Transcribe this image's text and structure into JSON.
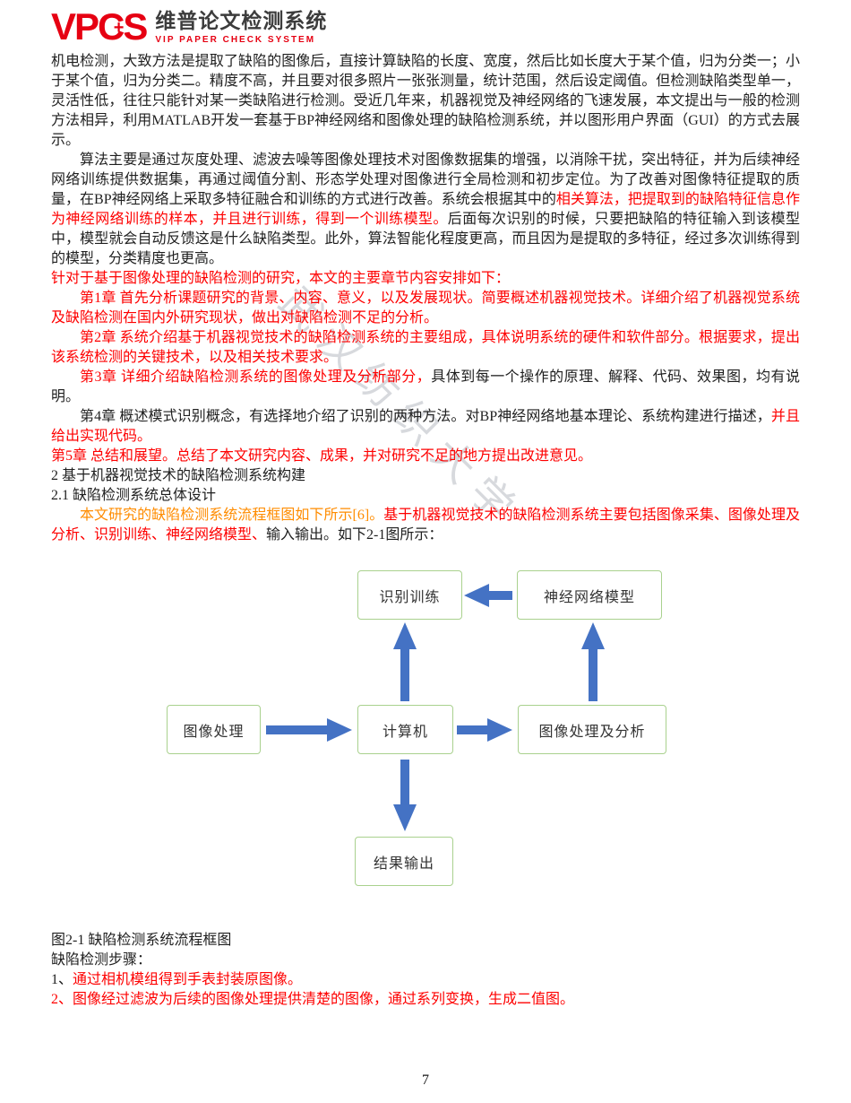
{
  "header": {
    "logo": {
      "vp": "VP",
      "c": "C",
      "s": "S",
      "cross": "+"
    },
    "brand_name": "维普论文检测系统",
    "brand_subtitle": "VIP PAPER CHECK SYSTEM"
  },
  "colors": {
    "plagiarism_red": "#fe0000",
    "citation_orange": "#ff8c00",
    "text_black": "#1f1f1f",
    "brand_red": "#e60012",
    "diagram_border_green": "#a9d18e",
    "arrow_blue": "#4472c4"
  },
  "watermark": "武汉纺织大学",
  "document": {
    "paragraphs": [
      {
        "indent": false,
        "segments": [
          {
            "color": "black",
            "text": "机电检测，大致方法是提取了缺陷的图像后，直接计算缺陷的长度、宽度，然后比如长度大于某个值，归为分类一；小于某个值，归为分类二。精度不高，并且要对很多照片一张张测量，统计范围，然后设定阈值。但检测缺陷类型单一，灵活性低，往往只能针对某一类缺陷进行检测。受近几年来，机器视觉及神经网络的飞速发展，本文提出与一般的检测方法相异，利用MATLAB开发一套基于BP神经网络和图像处理的缺陷检测系统，并以图形用户界面（GUI）的方式去展示。"
          }
        ]
      },
      {
        "indent": true,
        "segments": [
          {
            "color": "black",
            "text": "算法主要是通过灰度处理、滤波去噪等图像处理技术对图像数据集的增强，以消除干扰，突出特征，并为后续神经网络训练提供数据集，再通过阈值分割、形态学处理对图像进行全局检测和初步定位。为了改善对图像特征提取的质量，在BP神经网络上采取多特征融合和训练的方式进行改善。系统会根据其中的"
          },
          {
            "color": "red",
            "text": "相关算法，把提取到的缺陷特征信息作为神经网络训练的样本，并且进行训练，得到一个训练模型。"
          },
          {
            "color": "black",
            "text": "后面每次识别的时候，只要把缺陷的特征输入到该模型中，模型就会自动反馈这是什么缺陷类型。此外，算法智能化程度更高，而且因为是提取的多特征，经过多次训练得到的模型，分类精度也更高。"
          }
        ]
      },
      {
        "indent": false,
        "segments": [
          {
            "color": "red",
            "text": "针对于基于图像处理的缺陷检测的研究，本文的主要章节内容安排如下："
          }
        ]
      },
      {
        "indent": true,
        "segments": [
          {
            "color": "red",
            "text": "第1章 首先分析课题研究的背景、内容、意义，以及发展现状。简要概述机器视觉技术。详细介绍了机器视觉系统及缺陷检测在国内外研究现状，做出对缺陷检测不足的分析。"
          }
        ]
      },
      {
        "indent": true,
        "segments": [
          {
            "color": "red",
            "text": "第2章 系统介绍基于机器视觉技术的缺陷检测系统的主要组成，具体说明系统的硬件和软件部分。根据要求，提出该系统检测的关键技术，以及相关技术要求。"
          }
        ]
      },
      {
        "indent": true,
        "segments": [
          {
            "color": "red",
            "text": "第3章 详细介绍缺陷检测系统的图像处理及分析部分，"
          },
          {
            "color": "black",
            "text": "具体到每一个操作的原理、解释、代码、效果图，均有说明。"
          }
        ]
      },
      {
        "indent": true,
        "segments": [
          {
            "color": "black",
            "text": "第4章 概述模式识别概念，有选择地介绍了识别的两种方法。对BP神经网络地基本理论、系统构建进行描述，"
          },
          {
            "color": "red",
            "text": "并且给出实现代码。"
          }
        ]
      },
      {
        "indent": false,
        "segments": [
          {
            "color": "red",
            "text": "第5章 总结和展望。总结了本文研究内容、成果，并对研究不足的地方提出改进意见。"
          }
        ]
      },
      {
        "indent": false,
        "segments": [
          {
            "color": "black",
            "text": "2 基于机器视觉技术的缺陷检测系统构建"
          }
        ]
      },
      {
        "indent": false,
        "segments": [
          {
            "color": "black",
            "text": "2.1 缺陷检测系统总体设计"
          }
        ]
      },
      {
        "indent": true,
        "segments": [
          {
            "color": "orange",
            "text": "本文研究的缺陷检测系统流程框图如下所示[6]。"
          },
          {
            "color": "red",
            "text": "基于机器视觉技术的缺陷检测系统主要包括图像采集、图像处理及分析、识别训练、神经网络模型、"
          },
          {
            "color": "black",
            "text": "输入输出。如下2-1图所示："
          }
        ]
      }
    ],
    "paragraphs_after_diagram": [
      {
        "indent": false,
        "segments": [
          {
            "color": "black",
            "text": "图2-1 缺陷检测系统流程框图"
          }
        ]
      },
      {
        "indent": false,
        "segments": [
          {
            "color": "black",
            "text": "缺陷检测步骤："
          }
        ]
      },
      {
        "indent": false,
        "segments": [
          {
            "color": "black",
            "text": "1、"
          },
          {
            "color": "red",
            "text": "通过相机模组得到手表封装原图像。"
          }
        ]
      },
      {
        "indent": false,
        "segments": [
          {
            "color": "red",
            "text": "2、图像经过滤波为后续的图像处理提供清楚的图像，通过系列变换，生成二值图。"
          }
        ]
      }
    ]
  },
  "diagram": {
    "type": "flowchart",
    "boxes": [
      {
        "id": "recognition-training",
        "label": "识别训练"
      },
      {
        "id": "neural-network-model",
        "label": "神经网络模型"
      },
      {
        "id": "image-processing",
        "label": "图像处理"
      },
      {
        "id": "computer",
        "label": "计算机"
      },
      {
        "id": "image-processing-analysis",
        "label": "图像处理及分析"
      },
      {
        "id": "result-output",
        "label": "结果输出"
      }
    ],
    "arrows": [
      {
        "from": "神经网络模型",
        "to": "识别训练",
        "direction": "left"
      },
      {
        "from": "计算机",
        "to": "识别训练",
        "direction": "up"
      },
      {
        "from": "图像处理",
        "to": "计算机",
        "direction": "right"
      },
      {
        "from": "计算机",
        "to": "图像处理及分析",
        "direction": "right"
      },
      {
        "from": "图像处理及分析",
        "to": "神经网络模型",
        "direction": "up"
      },
      {
        "from": "计算机",
        "to": "结果输出",
        "direction": "down"
      }
    ]
  },
  "page_number": "7"
}
